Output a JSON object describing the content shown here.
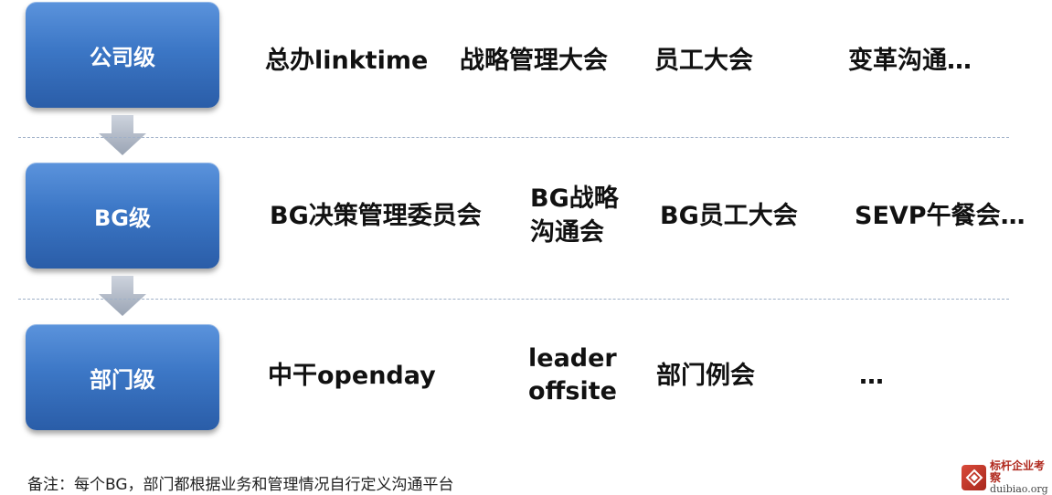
{
  "levels": [
    {
      "label": "公司级",
      "items": [
        "总办linktime",
        "战略管理大会",
        "员工大会",
        "变革沟通…"
      ]
    },
    {
      "label": "BG级",
      "items": [
        "BG决策管理委员会",
        "BG战略",
        "沟通会",
        "BG员工大会",
        "SEVP午餐会…"
      ]
    },
    {
      "label": "部门级",
      "items": [
        "中干openday",
        "leader",
        "offsite",
        "部门例会",
        "…"
      ]
    }
  ],
  "note": "备注：每个BG，部门都根据业务和管理情况自行定义沟通平台",
  "logo": {
    "cn": "标杆企业考察",
    "en": "duibiao.org"
  },
  "colors": {
    "box_blue": "#3c77c6",
    "arrow_gray": "#b4bcca",
    "separator": "#9fb0c8"
  }
}
